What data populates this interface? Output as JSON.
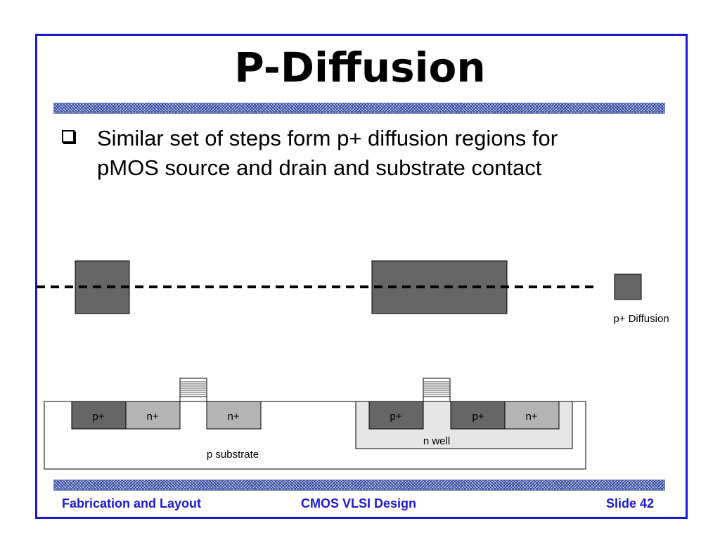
{
  "slide": {
    "title": "P-Diffusion",
    "bullet": {
      "line1": "Similar set of steps form p+ diffusion regions for",
      "line2": "pMOS source and drain and substrate contact"
    }
  },
  "diagram": {
    "legend_label": "p+ Diffusion",
    "regions": {
      "p_plus_left": "p+",
      "n_plus_1": "n+",
      "n_plus_2": "n+",
      "p_plus_well_1": "p+",
      "p_plus_well_2": "p+",
      "n_plus_well": "n+"
    },
    "n_well_label": "n well",
    "substrate_label": "p substrate"
  },
  "footer": {
    "left": "Fabrication and Layout",
    "center": "CMOS VLSI Design",
    "right": "Slide 42"
  },
  "colors": {
    "frame": "#1a1acc",
    "diffusion_dark": "#666666",
    "n_plus_fill": "#b4b4b4",
    "n_well_fill": "#e6e6e6"
  }
}
